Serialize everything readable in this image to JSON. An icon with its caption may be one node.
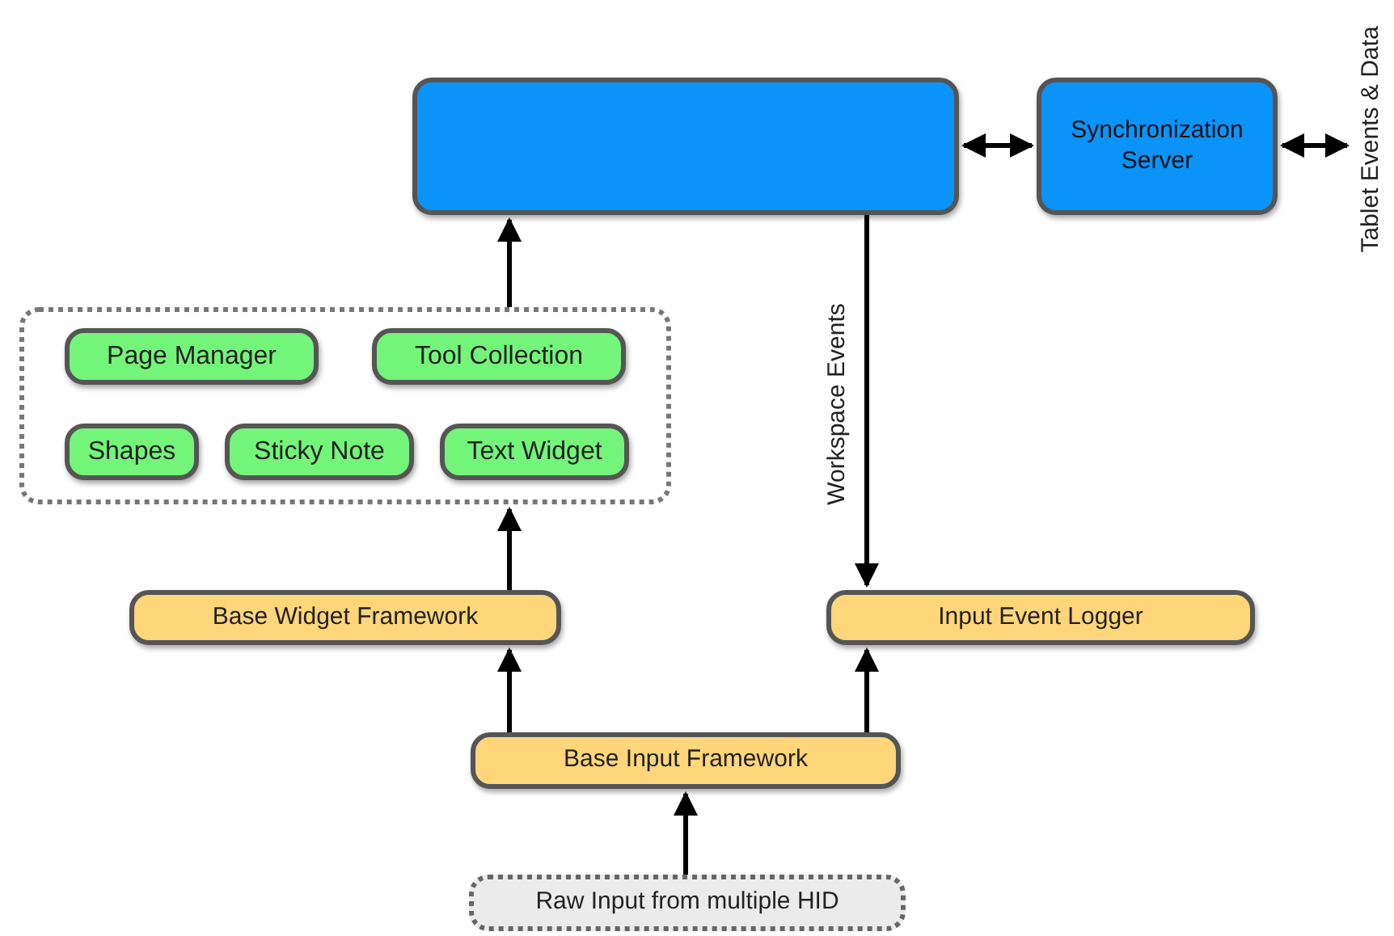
{
  "diagram": {
    "nodes": [
      {
        "text": [],
        "shape": "box"
      },
      {
        "text": [
          "Synchronization Server"
        ]
      },
      {
        "text": [
          "Tablet Events & Data"
        ]
      },
      {
        "text": [],
        "shape": "box"
      },
      {
        "text": [
          "Page Manager"
        ],
        "in": 3
      },
      {
        "text": [
          "Tool Collection"
        ],
        "in": 3
      },
      {
        "text": [
          "Shapes"
        ],
        "in": 3
      },
      {
        "text": [
          "Sticky Note"
        ],
        "in": 3
      },
      {
        "text": [
          "Text Widget"
        ],
        "in": 3
      },
      {
        "text": [
          "Base Widget Framework"
        ]
      },
      {
        "text": [
          "Input Event Logger"
        ]
      },
      {
        "text": [
          "Base Input Framework"
        ]
      },
      {
        "text": [
          "Raw Input from multiple HID"
        ]
      }
    ],
    "edges": [
      {
        "from": 3,
        "to": 0,
        "arrow": "to"
      },
      {
        "from": 0,
        "to": 1,
        "arrow": "both"
      },
      {
        "from": 1,
        "to": 2,
        "arrow": "both"
      },
      {
        "from": 0,
        "to": 10,
        "arrow": "to",
        "label": "Workspace Events"
      },
      {
        "from": 9,
        "to": 3,
        "arrow": "to"
      },
      {
        "from": 11,
        "to": 9,
        "arrow": "to"
      },
      {
        "from": 11,
        "to": 10,
        "arrow": "to"
      },
      {
        "from": 12,
        "to": 11,
        "arrow": "to"
      }
    ]
  }
}
